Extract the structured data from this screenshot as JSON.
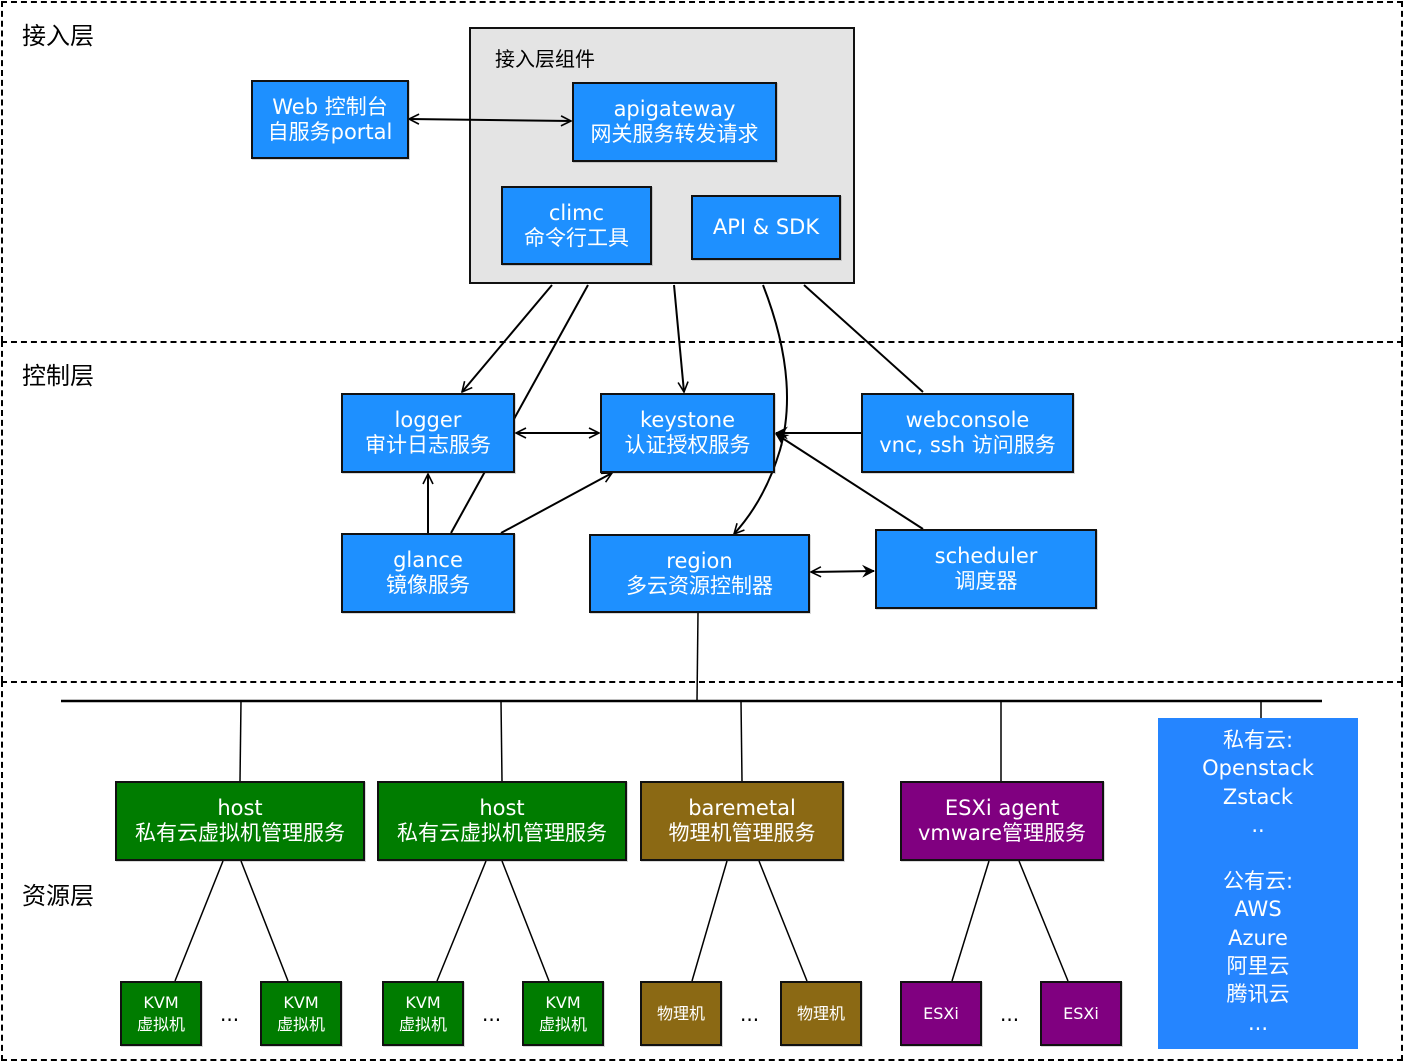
{
  "layers": {
    "access": {
      "title": "接入层"
    },
    "control": {
      "title": "控制层"
    },
    "resource": {
      "title": "资源层"
    }
  },
  "access_group": {
    "title": "接入层组件"
  },
  "nodes": {
    "web_console": {
      "line1": "Web 控制台",
      "line2": "自服务portal",
      "color": "#1e90ff"
    },
    "apigateway": {
      "line1": "apigateway",
      "line2": "网关服务转发请求",
      "color": "#1e90ff"
    },
    "climc": {
      "line1": "climc",
      "line2": "命令行工具",
      "color": "#1e90ff"
    },
    "api_sdk": {
      "line1": "API & SDK",
      "color": "#1e90ff"
    },
    "logger": {
      "line1": "logger",
      "line2": "审计日志服务",
      "color": "#1e90ff"
    },
    "keystone": {
      "line1": "keystone",
      "line2": "认证授权服务",
      "color": "#1e90ff"
    },
    "webconsole": {
      "line1": "webconsole",
      "line2": "vnc, ssh 访问服务",
      "color": "#1e90ff"
    },
    "glance": {
      "line1": "glance",
      "line2": "镜像服务",
      "color": "#1e90ff"
    },
    "region": {
      "line1": "region",
      "line2": "多云资源控制器",
      "color": "#1e90ff"
    },
    "scheduler": {
      "line1": "scheduler",
      "line2": "调度器",
      "color": "#1e90ff"
    },
    "host1": {
      "line1": "host",
      "line2": "私有云虚拟机管理服务",
      "color": "#007c00"
    },
    "host2": {
      "line1": "host",
      "line2": "私有云虚拟机管理服务",
      "color": "#007c00"
    },
    "baremetal": {
      "line1": "baremetal",
      "line2": "物理机管理服务",
      "color": "#8b6914"
    },
    "esxi_agent": {
      "line1": "ESXi agent",
      "line2": "vmware管理服务",
      "color": "#800080"
    }
  },
  "leaves": {
    "kvm": {
      "line1": "KVM",
      "line2": "虚拟机"
    },
    "physical": {
      "line1": "物理机"
    },
    "esxi": {
      "line1": "ESXi"
    },
    "ellipsis": "..."
  },
  "cloud_box": {
    "lines": [
      "私有云:",
      "Openstack",
      "Zstack",
      "..",
      "",
      "公有云:",
      "AWS",
      "Azure",
      "阿里云",
      "腾讯云",
      "..."
    ],
    "color": "#2585ff"
  },
  "edges": [
    {
      "from": "web_console",
      "to": "apigateway",
      "type": "bidirectional"
    },
    {
      "from": "access_group",
      "to": "logger",
      "type": "arrow"
    },
    {
      "from": "access_group",
      "to": "glance",
      "type": "line"
    },
    {
      "from": "access_group",
      "to": "keystone",
      "type": "arrow"
    },
    {
      "from": "access_group",
      "to": "region",
      "type": "arrow-curved"
    },
    {
      "from": "access_group",
      "to": "webconsole",
      "type": "line"
    },
    {
      "from": "logger",
      "to": "keystone",
      "type": "bidirectional"
    },
    {
      "from": "glance",
      "to": "logger",
      "type": "arrow"
    },
    {
      "from": "glance",
      "to": "keystone",
      "type": "arrow"
    },
    {
      "from": "webconsole",
      "to": "keystone",
      "type": "arrow"
    },
    {
      "from": "scheduler",
      "to": "keystone",
      "type": "arrow"
    },
    {
      "from": "region",
      "to": "scheduler",
      "type": "bidirectional"
    },
    {
      "from": "region",
      "to": "resource-bus",
      "type": "line"
    }
  ]
}
